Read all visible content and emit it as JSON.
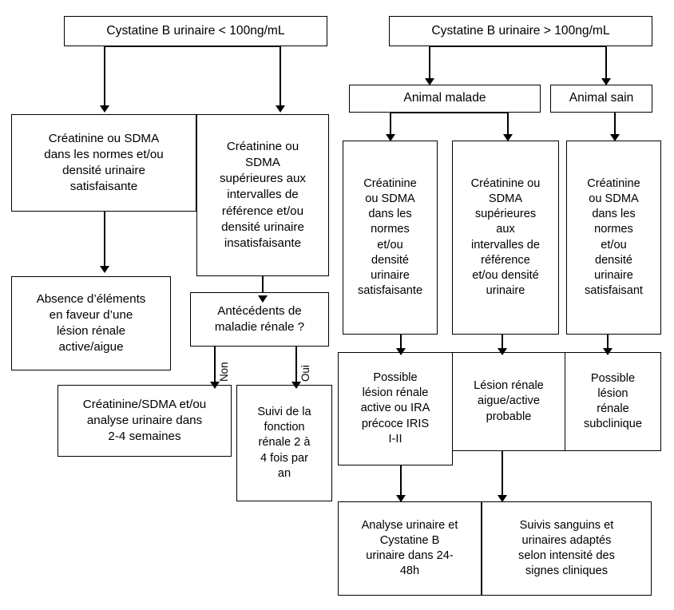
{
  "diagram": {
    "title": "Algorithme decisionnel Cystatine B urinaire",
    "language": "fr",
    "background_color": "#ffffff",
    "line_color": "#000000",
    "text_color": "#000000"
  },
  "nodes": {
    "left_root": "Cystatine B urinaire < 100ng/mL",
    "left_a1": "Créatinine ou SDMA\ndans les normes et/ou\ndensité urinaire\nsatisfaisante",
    "left_a2": "Créatinine ou\nSDMA\nsupérieures aux\nintervalles de\nréférence et/ou\ndensité urinaire\ninsatisfaisante",
    "left_b1": "Absence d’éléments\nen faveur d’une\nlésion rénale\nactive/aigue",
    "left_b2": "Antécédents de\nmaladie rénale ?",
    "left_c1": "Créatinine/SDMA et/ou\nanalyse urinaire dans\n2-4 semaines",
    "left_c2": "Suivi de la\nfonction\nrénale 2 à\n4 fois par\nan",
    "right_root": "Cystatine B urinaire > 100ng/mL",
    "right_sick": "Animal malade",
    "right_healthy": "Animal sain",
    "right_a1": "Créatinine\nou SDMA\ndans les\nnormes\net/ou\ndensité\nurinaire\nsatisfaisante",
    "right_a2": "Créatinine ou\nSDMA\nsupérieures\naux\nintervalles de\nréférence\net/ou densité\nurinaire",
    "right_a3": "Créatinine\nou SDMA\ndans les\nnormes\net/ou\ndensité\nurinaire\nsatisfaisant",
    "right_b1": "Possible\nlésion rénale\nactive ou IRA\nprécoce IRIS\nI-II",
    "right_b2": "Lésion rénale\naigue/active\nprobable",
    "right_b3": "Possible\nlésion\nrénale\nsubclinique",
    "right_c1": "Analyse urinaire et\nCystatine B\nurinaire dans 24-\n48h",
    "right_c2": "Suivis sanguins et\nurinaires adaptés\nselon intensité des\nsignes cliniques"
  },
  "edge_labels": {
    "non": "Non",
    "oui": "Oui"
  }
}
